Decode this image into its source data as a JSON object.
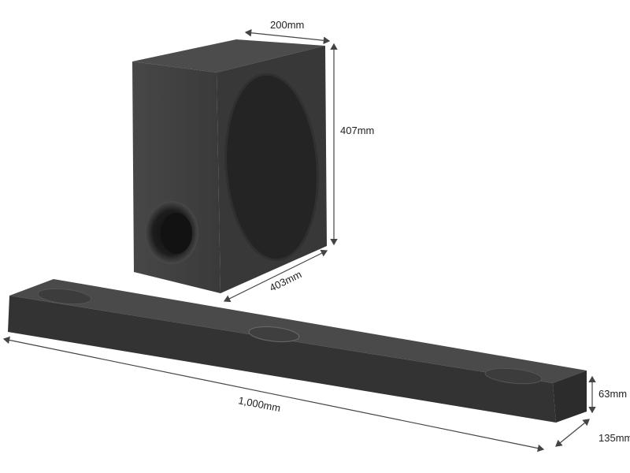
{
  "dimensions": {
    "sub_depth": "200mm",
    "sub_height": "407mm",
    "sub_width": "403mm",
    "bar_width": "1,000mm",
    "bar_height": "63mm",
    "bar_depth": "135mm"
  },
  "colors": {
    "body": "#3a3a3a",
    "body_dark": "#2a2a2a",
    "body_light": "#4a4a4a",
    "dimension_line": "#444444"
  }
}
